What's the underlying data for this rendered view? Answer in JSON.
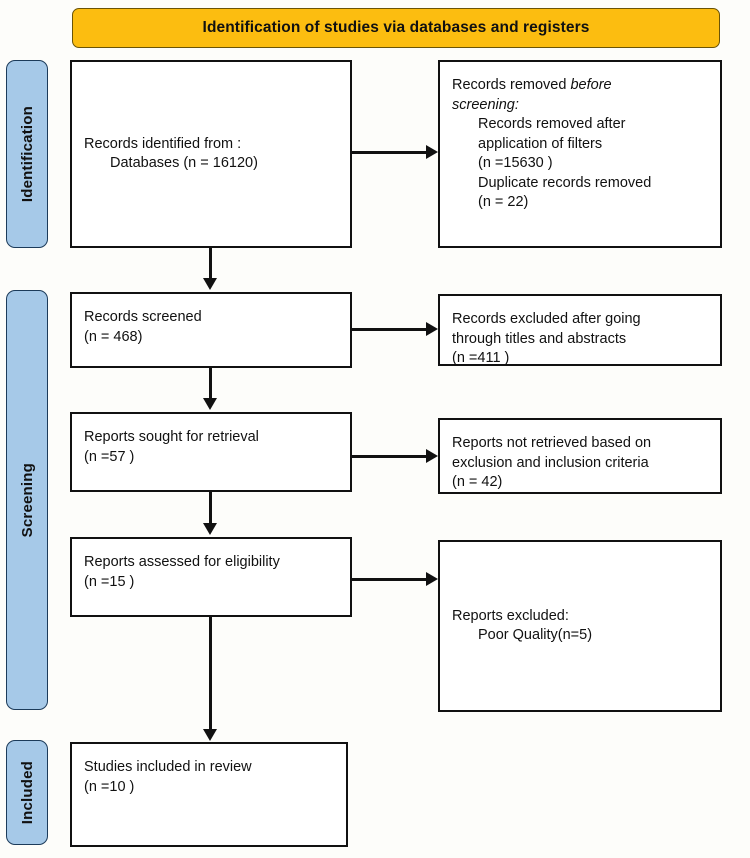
{
  "banner": {
    "title": "Identification of studies via databases and registers"
  },
  "rails": [
    {
      "label": "Identification"
    },
    {
      "label": "Screening"
    },
    {
      "label": "Included"
    }
  ],
  "boxes": {
    "identified": {
      "line1": "Records identified from :",
      "line2": "Databases (n = 16120)"
    },
    "removed_before_screening": {
      "line1_a": "Records removed ",
      "line1_b": "before",
      "line2": "screening:",
      "line3": "Records removed after",
      "line4": "application of filters",
      "line5": "(n =15630 )",
      "line6": "Duplicate records removed",
      "line7": "(n = 22)"
    },
    "screened": {
      "line1": "Records screened",
      "line2": "(n = 468)"
    },
    "excluded_titles": {
      "line1": "Records excluded after going",
      "line2": "through titles and abstracts",
      "line3": "(n =411 )"
    },
    "sought": {
      "line1": "Reports sought for retrieval",
      "line2": "(n =57 )"
    },
    "not_retrieved": {
      "line1": "Reports not retrieved based on",
      "line2": "exclusion and inclusion criteria",
      "line3": "(n = 42)"
    },
    "assessed": {
      "line1": "Reports assessed for eligibility",
      "line2": "(n =15 )"
    },
    "reports_excluded": {
      "line1": "Reports excluded:",
      "line2": "Poor Quality(n=5)"
    },
    "included": {
      "line1": "Studies included in review",
      "line2": "(n =10 )"
    }
  },
  "colors": {
    "banner_fill": "#FCBD10",
    "rail_fill": "#A6C9E8",
    "box_border": "#111111",
    "connector": "#111111"
  }
}
